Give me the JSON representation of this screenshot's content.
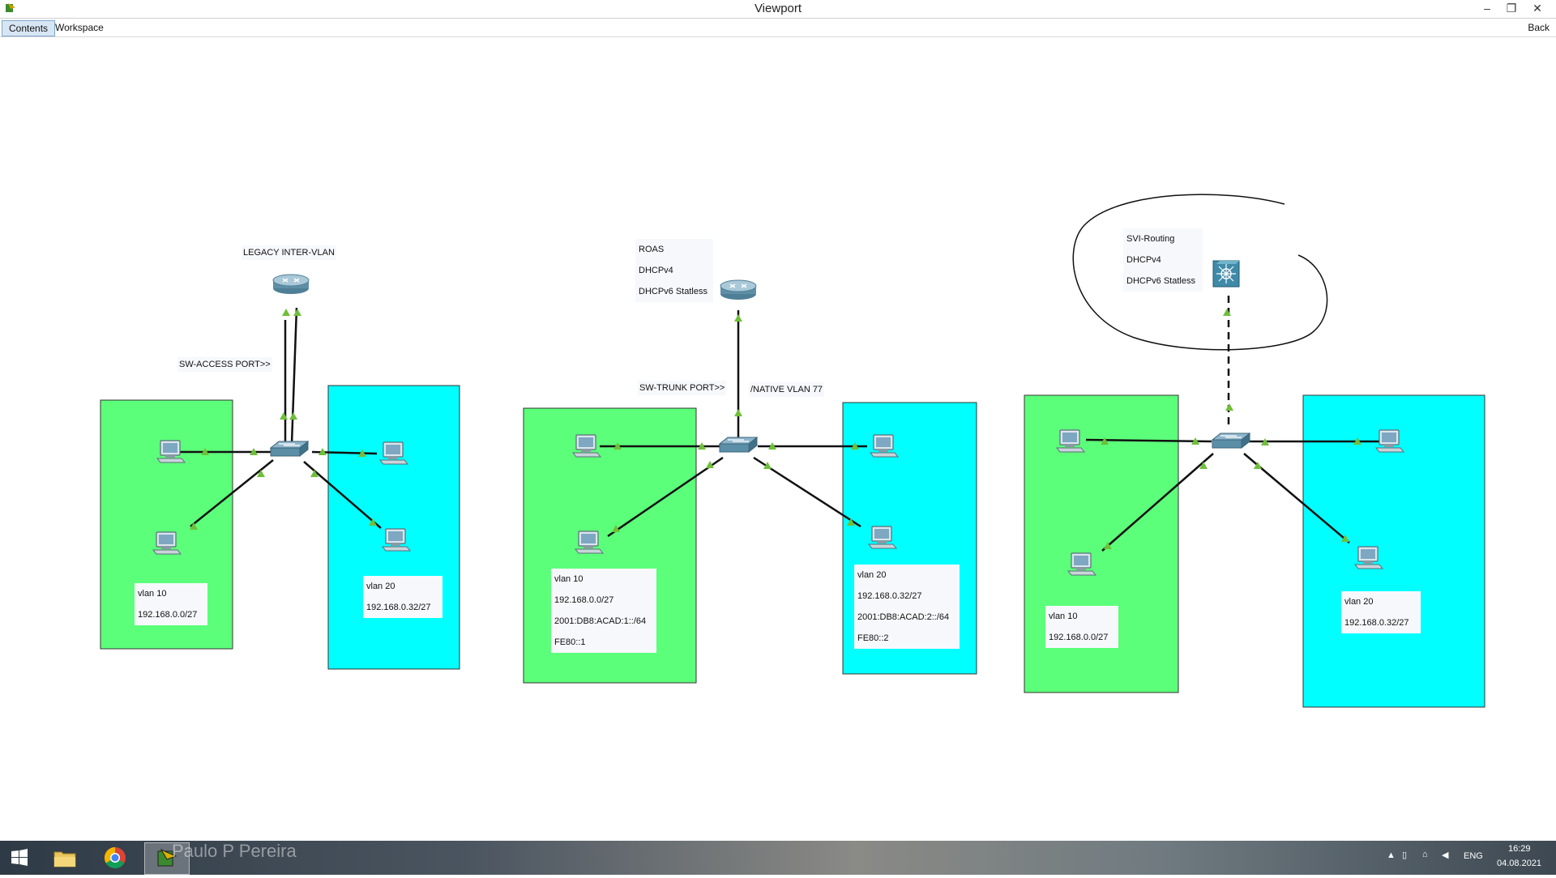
{
  "window": {
    "title": "Viewport",
    "minimize_glyph": "–",
    "restore_glyph": "❐",
    "close_glyph": "✕"
  },
  "menubar": {
    "tabs": [
      "Contents",
      "Workspace"
    ],
    "back_label": "Back"
  },
  "canvas": {
    "legacy": {
      "title": "LEGACY INTER-VLAN",
      "port_label": "SW-ACCESS PORT>>",
      "vlan10": [
        "vlan 10",
        "192.168.0.0/27"
      ],
      "vlan20": [
        "vlan 20",
        "192.168.0.32/27"
      ]
    },
    "roas": {
      "notes": [
        "ROAS",
        "DHCPv4",
        "DHCPv6 Statless"
      ],
      "trunk_label": "SW-TRUNK PORT>>",
      "native_label": "/NATIVE VLAN 77",
      "vlan10": [
        "vlan 10",
        "192.168.0.0/27",
        "2001:DB8:ACAD:1::/64",
        "FE80::1"
      ],
      "vlan20": [
        "vlan 20",
        "192.168.0.32/27",
        "2001:DB8:ACAD:2::/64",
        "FE80::2"
      ]
    },
    "svi": {
      "notes": [
        "SVI-Routing",
        "DHCPv4",
        "DHCPv6 Statless"
      ],
      "vlan10": [
        "vlan 10",
        "192.168.0.0/27"
      ],
      "vlan20": [
        "vlan 20",
        "192.168.0.32/27"
      ]
    }
  },
  "colors": {
    "vlan10_area": "#5cff7a",
    "vlan20_area": "#00ffff",
    "link_indicator": "#6fbf3a"
  },
  "taskbar": {
    "watermark": "Paulo P Pereira",
    "icons": [
      "windows-start-icon",
      "file-explorer-icon",
      "chrome-icon",
      "packet-tracer-icon"
    ],
    "tray": {
      "language": "ENG",
      "time": "16:29",
      "date": "04.08.2021"
    }
  }
}
